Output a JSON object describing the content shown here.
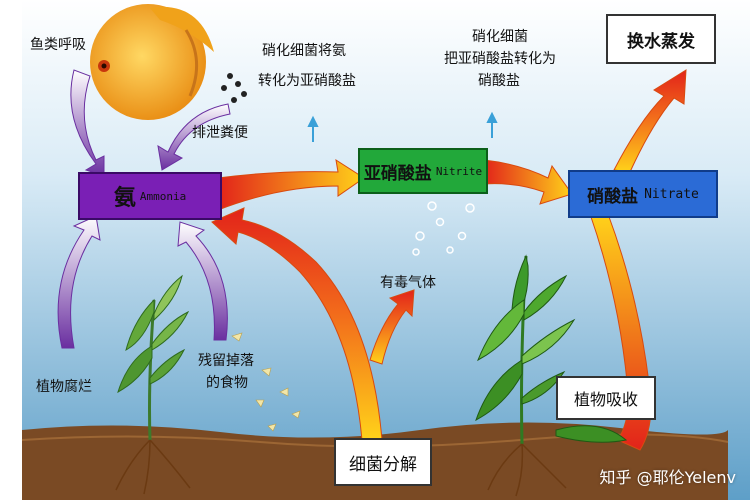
{
  "labels": {
    "fish_respiration": "鱼类呼吸",
    "excretion": "排泄粪便",
    "nitrifying_1_line1": "硝化细菌将氨",
    "nitrifying_1_line2": "转化为亚硝酸盐",
    "nitrifying_2_line1": "硝化细菌",
    "nitrifying_2_line2": "把亚硝酸盐转化为",
    "nitrifying_2_line3": "硝酸盐",
    "toxic_gas": "有毒气体",
    "plant_decay": "植物腐烂",
    "leftover_food_line1": "残留掉落",
    "leftover_food_line2": "的食物",
    "water_change": "换水蒸发",
    "plant_absorb": "植物吸收",
    "bacteria_decompose": "细菌分解"
  },
  "boxes": {
    "ammonia_cn": "氨",
    "ammonia_en": "Ammonia",
    "nitrite_cn": "亚硝酸盐",
    "nitrite_en": "Nitrite",
    "nitrate_cn": "硝酸盐",
    "nitrate_en": "Nitrate"
  },
  "watermark": "知乎 @耶伦Yelenv",
  "colors": {
    "water_top": "#ffffff",
    "water_bottom": "#5e9fc8",
    "soil": "#7a4a24",
    "ammonia_box": "#7a1fb5",
    "nitrite_box": "#22a83a",
    "nitrate_box": "#2b6bd6",
    "arrow_red": "#e2231a",
    "arrow_yellow": "#ffd21a",
    "arrow_purple": "#6a2fa0",
    "fish": "#f4a820"
  },
  "icons": {
    "fish": "discus-fish-illustration",
    "plants": "aquatic-plant-illustration",
    "bubbles": "bubble-icon"
  }
}
